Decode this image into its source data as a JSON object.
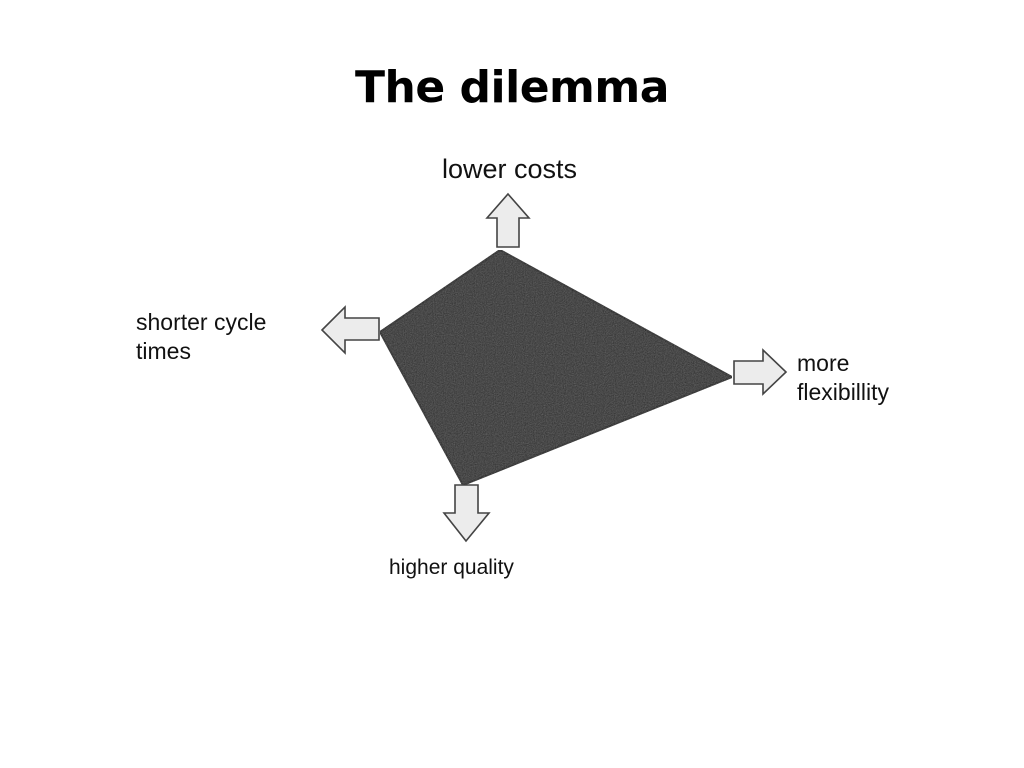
{
  "slide": {
    "title": "The dilemma"
  },
  "diagram": {
    "type": "quadrilateral-tradeoff",
    "goals": {
      "top": "lower costs",
      "left": "shorter cycle times",
      "right": "more flexibillity",
      "bottom": "higher quality"
    },
    "colors": {
      "shape_fill": "#2e2e2e",
      "arrow_fill": "#ececec",
      "arrow_stroke": "#444444"
    }
  }
}
